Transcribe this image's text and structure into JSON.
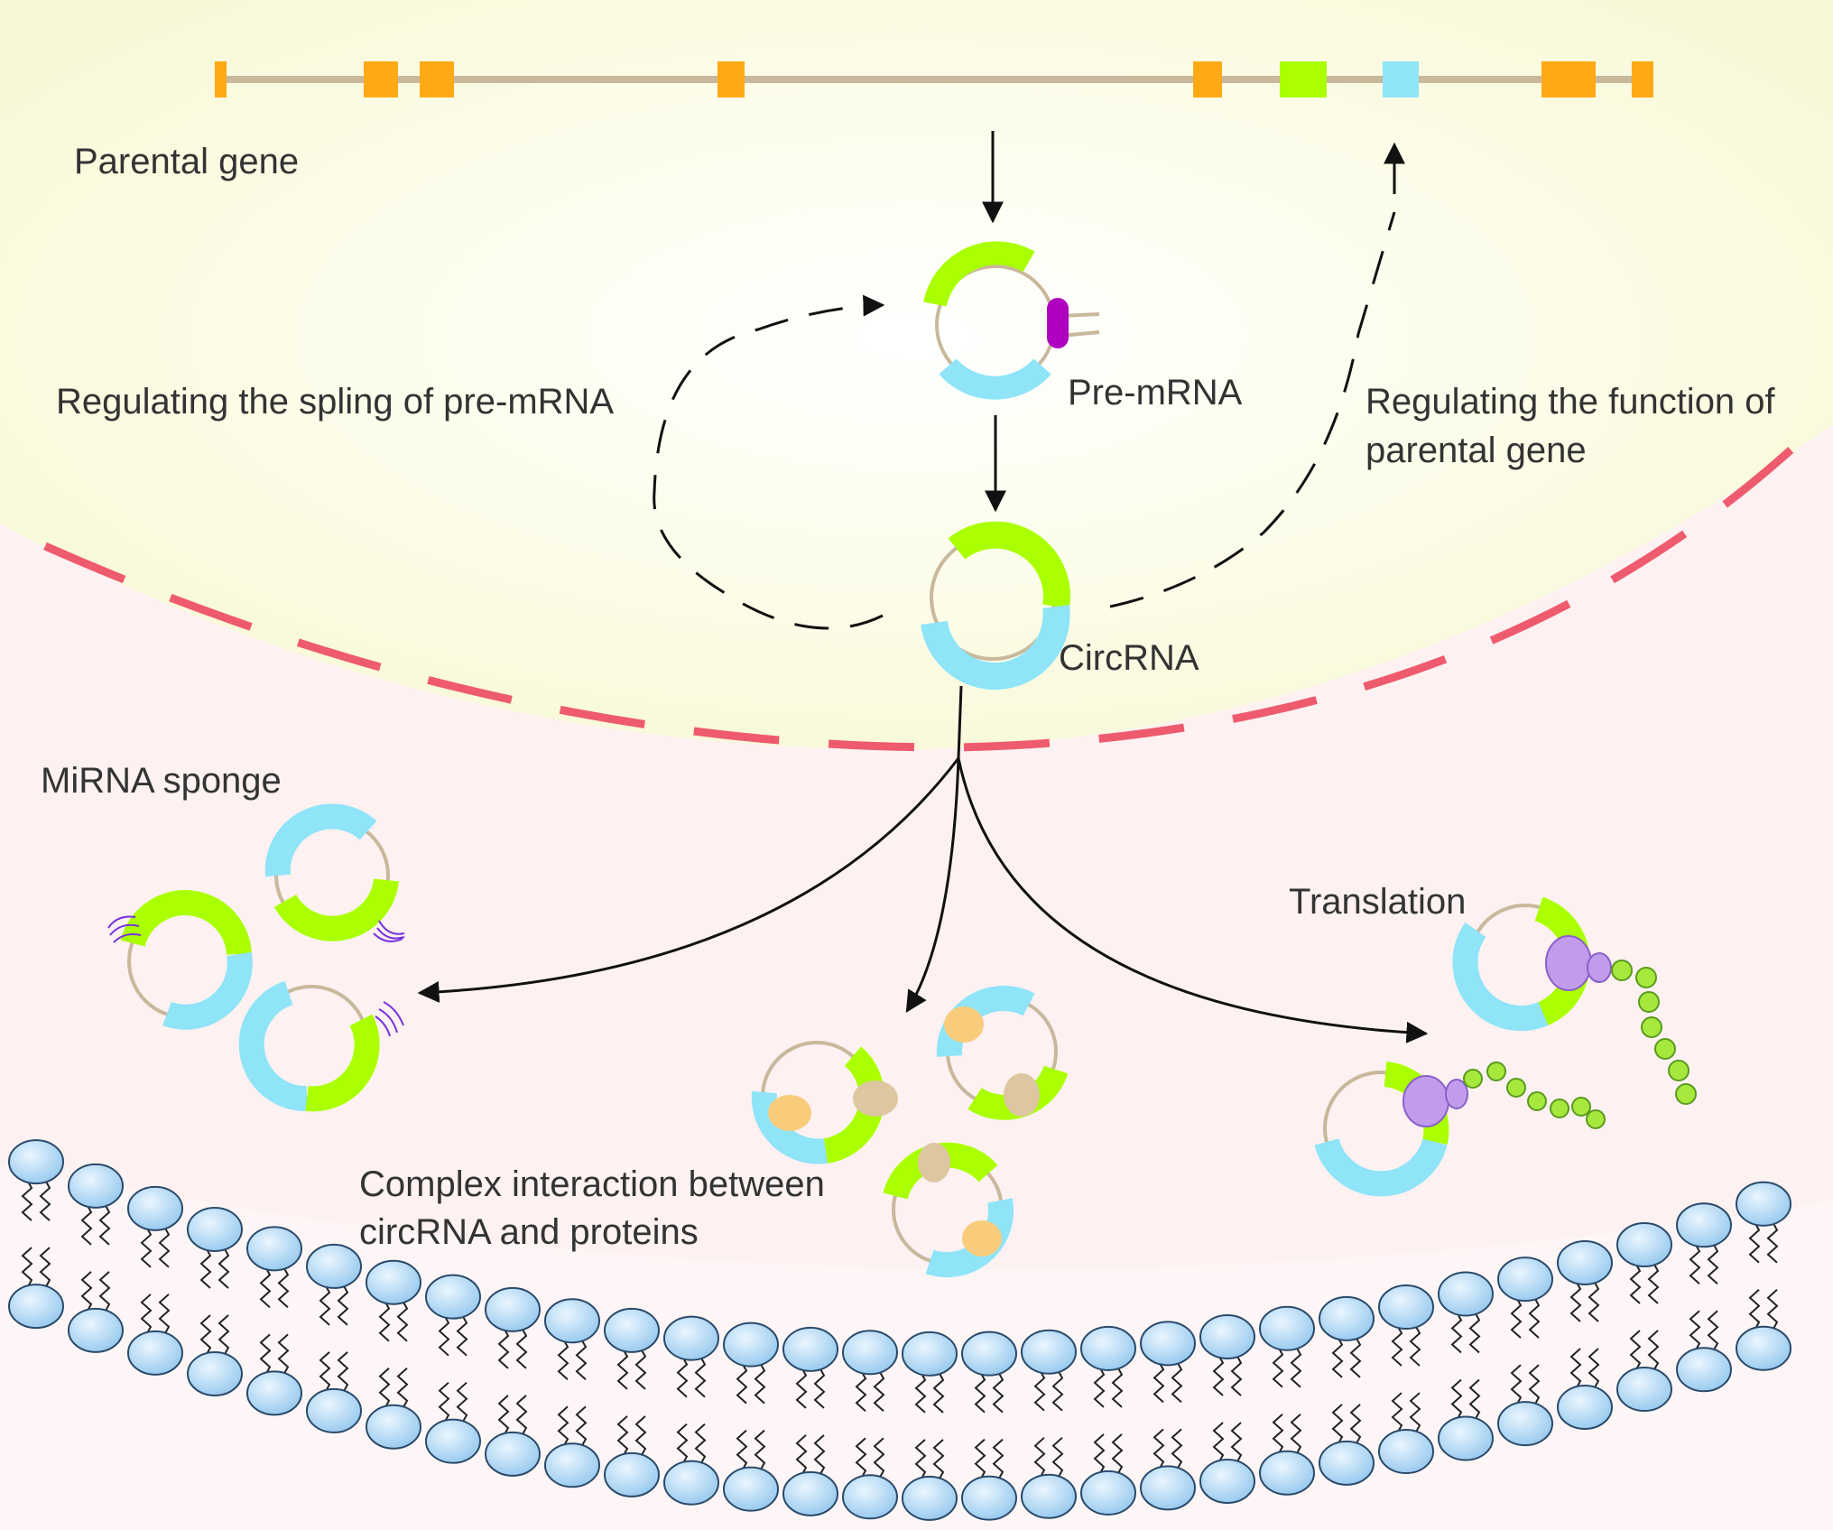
{
  "labels": {
    "parental_gene": "Parental gene",
    "regulating_splicing": "Regulating the spling of pre-mRNA",
    "pre_mrna": "Pre-mRNA",
    "regulating_function_line1": "Regulating the function of",
    "regulating_function_line2": "parental gene",
    "circrna": "CircRNA",
    "mirna_sponge": "MiRNA sponge",
    "translation": "Translation",
    "complex_line1": "Complex interaction between",
    "complex_line2": "circRNA and proteins"
  },
  "colors": {
    "nucleus": "#fdfde8",
    "cytoplasm": "#fdf1f1",
    "nuclear_envelope": "#ee5a6e",
    "exon_orange": "#ffaa14",
    "exon_green": "#aaff00",
    "exon_blue": "#8fe4f8",
    "intron_tan": "#c8b89c",
    "splice_factor": "#b000c0",
    "protein_beige": "#dcc7a0",
    "protein_yellow": "#f8cc7a",
    "ribosome_purple": "#c29cec",
    "peptide_green": "#a6e83c",
    "lipid_head": "#a8d4f2",
    "mirna_purple": "#7733dd"
  },
  "icons": [
    "exon-icon",
    "circrna-icon",
    "ribosome-icon",
    "protein-icon",
    "mirna-icon",
    "lipid-head-icon"
  ]
}
